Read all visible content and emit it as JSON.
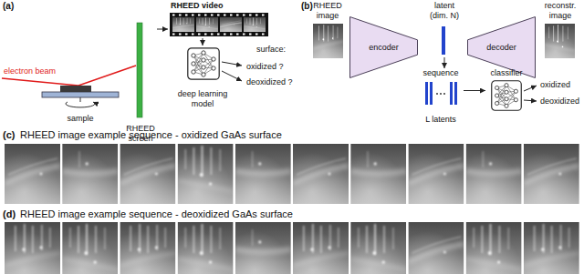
{
  "diagram": {
    "nodes": [
      {
        "text": [
          "sample"
        ]
      },
      {
        "text": [
          "RHEED screen"
        ]
      },
      {
        "text": [
          "RHEED video"
        ]
      },
      {
        "text": [
          "deep learning model"
        ]
      },
      {
        "text": [
          "RHEED image"
        ]
      },
      {
        "text": [
          "encoder"
        ]
      },
      {
        "text": [
          "latent (dim. N)"
        ]
      },
      {
        "text": [
          "decoder"
        ]
      },
      {
        "text": [
          "reconstr. image"
        ]
      },
      {
        "text": [
          "sequence",
          "L latents"
        ]
      },
      {
        "text": [
          "classifier"
        ]
      }
    ],
    "edges": [
      {
        "from": 1,
        "to": 2,
        "arrow": "to"
      },
      {
        "from": 2,
        "to": 3,
        "arrow": "to"
      },
      {
        "from": 6,
        "to": 9,
        "arrow": "to"
      },
      {
        "from": 9,
        "to": 10,
        "arrow": "to"
      }
    ],
    "labels": [
      "(a)",
      "electron beam",
      "surface:",
      "oxidized ?",
      "deoxidized ?",
      "(b)",
      "oxidized",
      "deoxidized",
      "(c)",
      "RHEED image example sequence - oxidized GaAs surface",
      "(d)",
      "RHEED image example sequence - deoxidized GaAs surface"
    ]
  }
}
